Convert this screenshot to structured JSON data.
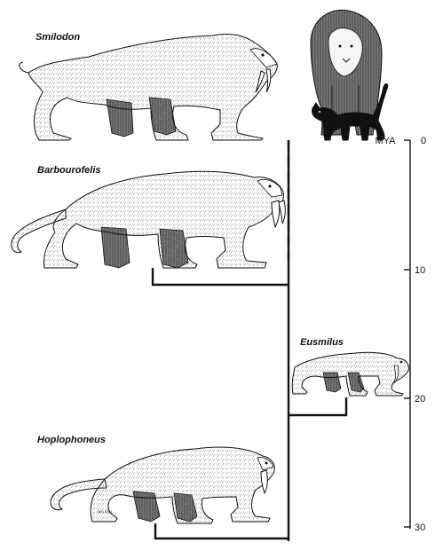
{
  "taxa": {
    "smilodon": {
      "label": "Smilodon"
    },
    "barbourofelis": {
      "label": "Barbourofelis"
    },
    "eusmilus": {
      "label": "Eusmilus"
    },
    "hoplophoneus": {
      "label": "Hoplophoneus"
    }
  },
  "axis": {
    "unit": "MYA",
    "ticks": [
      "0",
      "10",
      "20",
      "30"
    ]
  },
  "artist_signature": "NELSEN",
  "colors": {
    "ink": "#111111",
    "fur_shadow": "#555555",
    "background": "#ffffff"
  }
}
